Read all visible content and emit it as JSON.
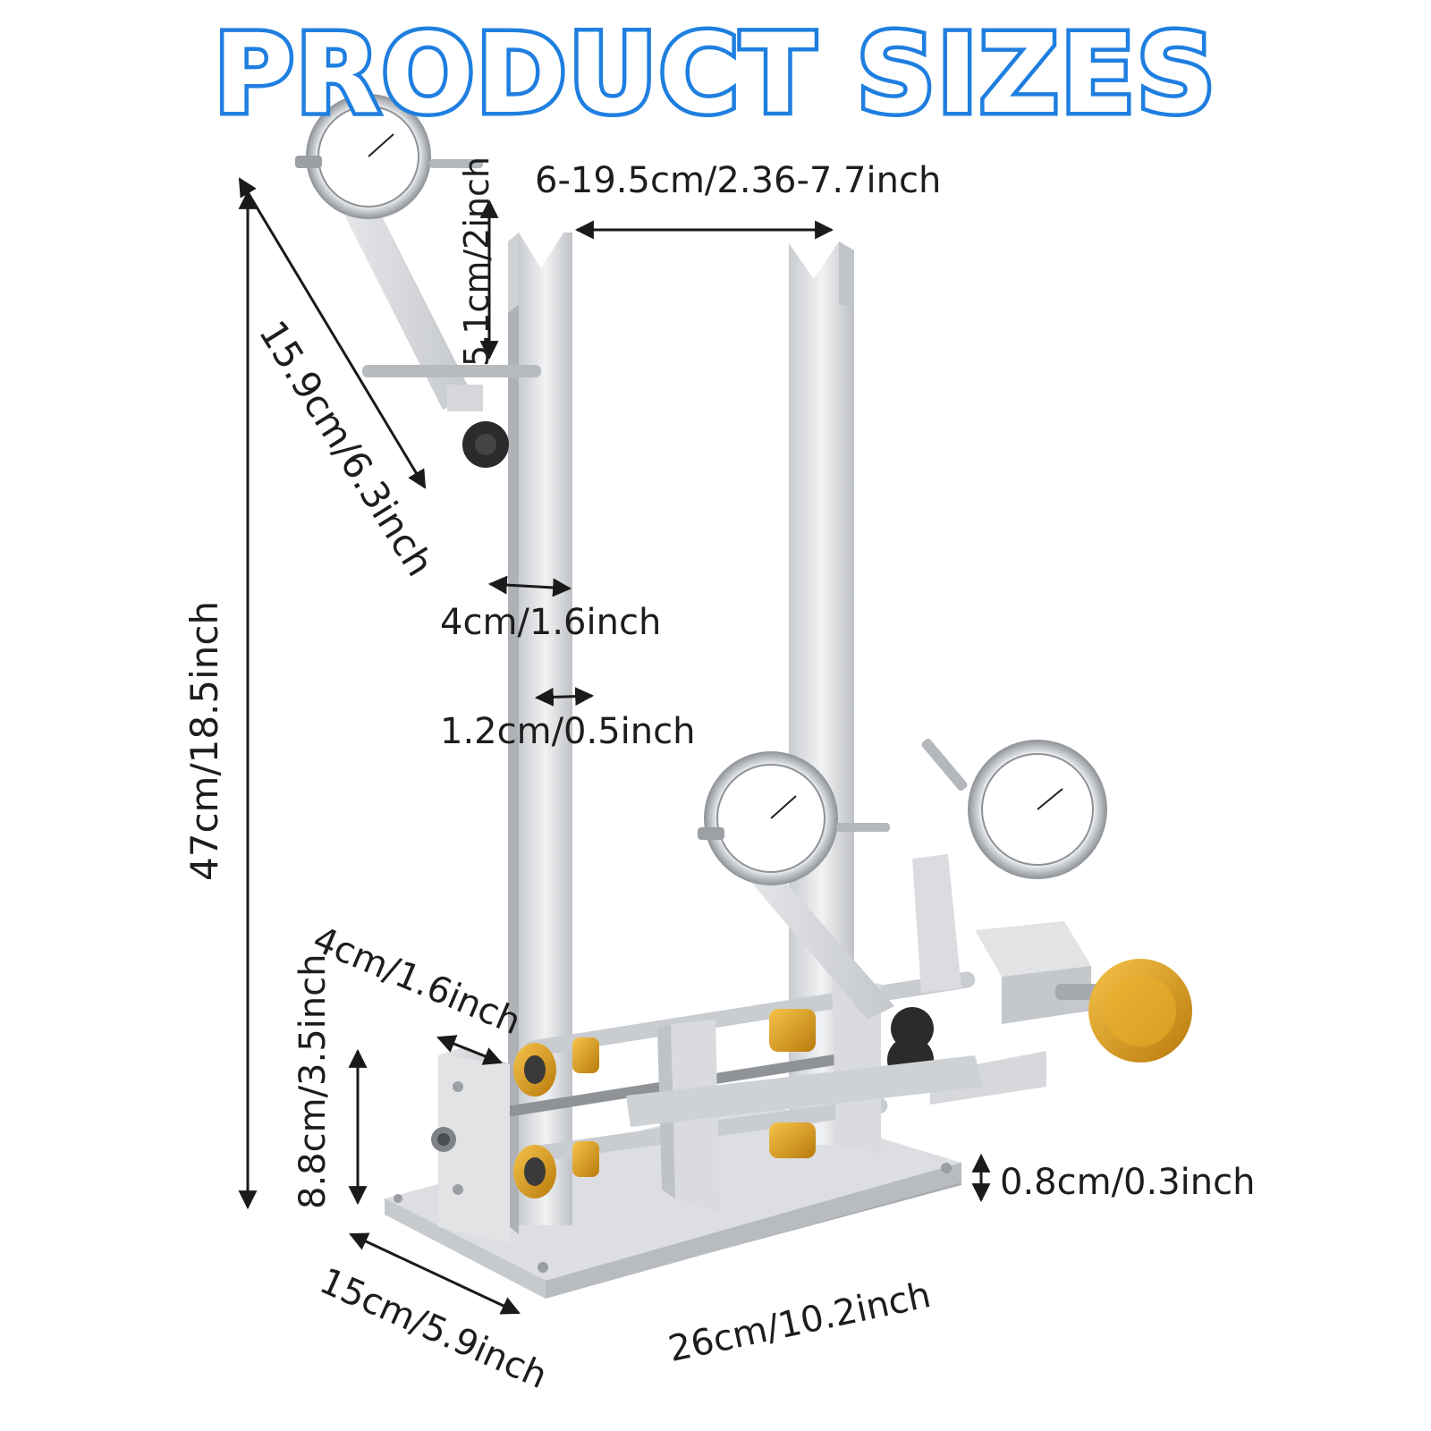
{
  "title": "PRODUCT SIZES",
  "dimensions": {
    "gap_width": "6-19.5cm/2.36-7.7inch",
    "top_height": "5.1cm/2inch",
    "arm_length": "15.9cm/6.3inch",
    "total_height": "47cm/18.5inch",
    "upright_width": "4cm/1.6inch",
    "upright_depth": "1.2cm/0.5inch",
    "block_width": "4cm/1.6inch",
    "block_height": "8.8cm/3.5inch",
    "base_thickness": "0.8cm/0.3inch",
    "base_depth": "15cm/5.9inch",
    "base_length": "26cm/10.2inch"
  },
  "colors": {
    "title_outline": "#1f7fe0",
    "knob_gold": "#e8a21a",
    "aluminum": "#d9dbde"
  }
}
